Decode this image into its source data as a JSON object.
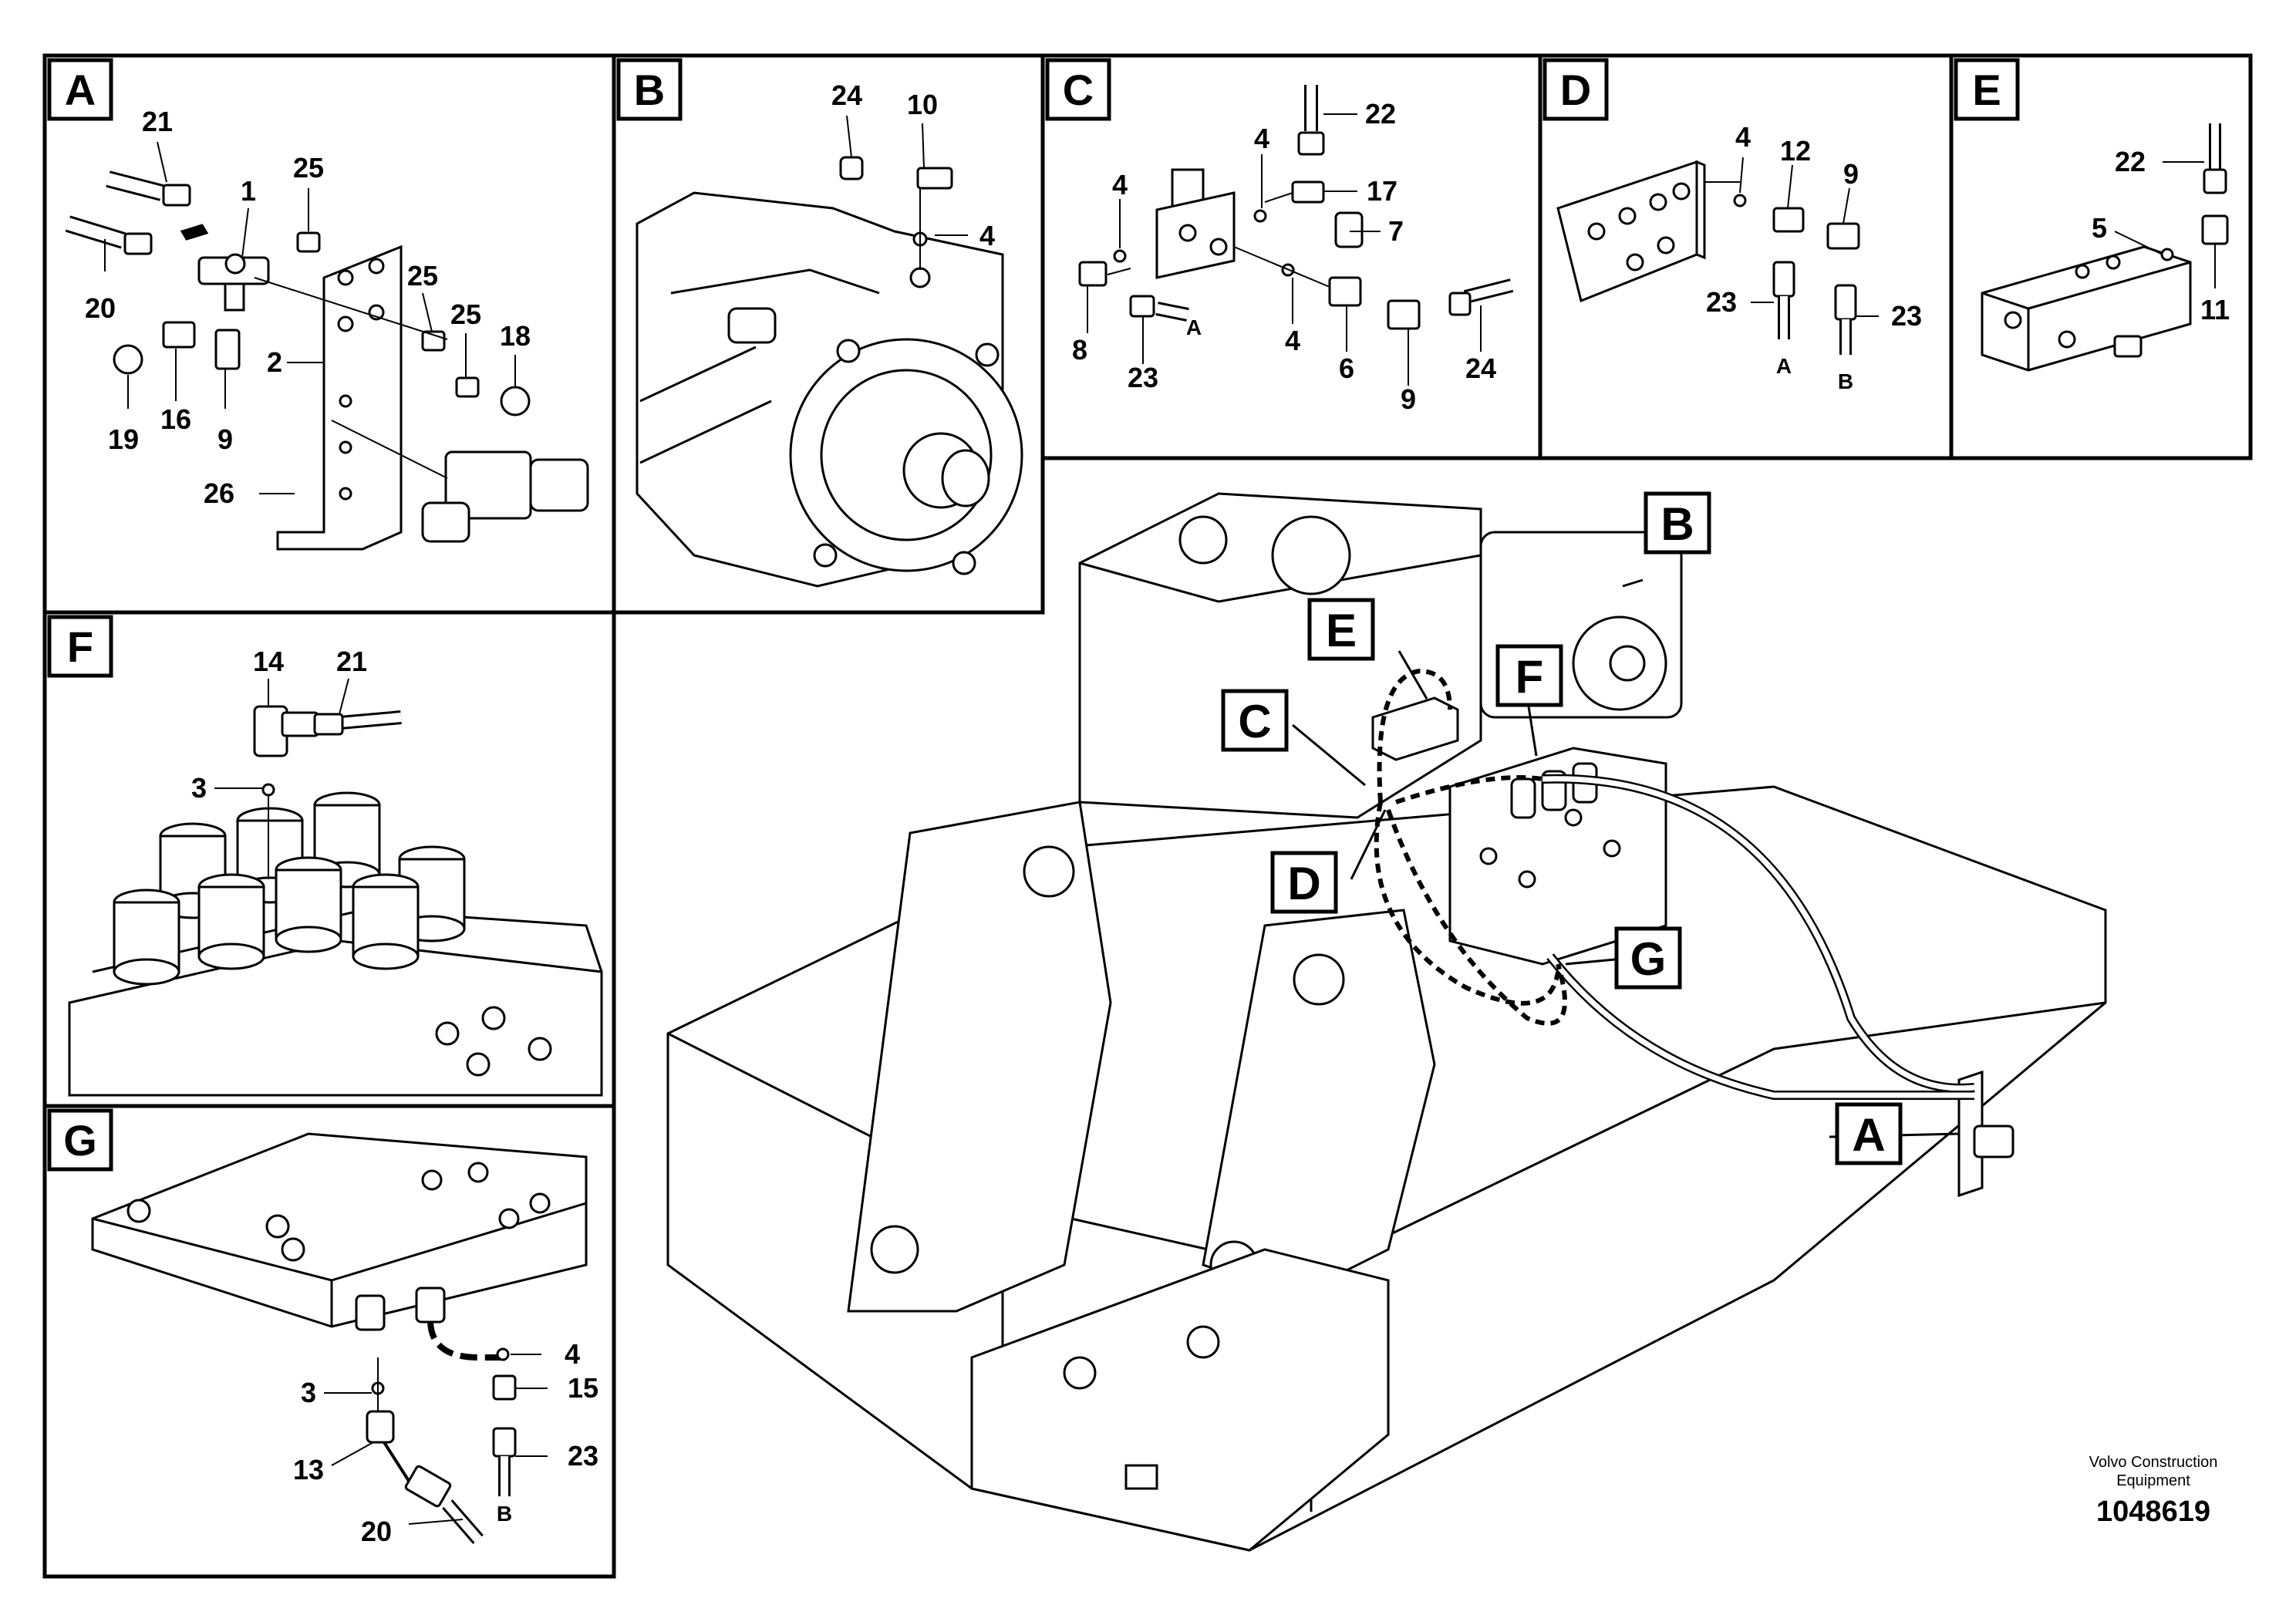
{
  "panels": {
    "A": {
      "letter": "A",
      "parts": [
        "21",
        "1",
        "25",
        "20",
        "25",
        "25",
        "18",
        "16",
        "9",
        "19",
        "2",
        "26"
      ]
    },
    "B": {
      "letter": "B",
      "parts": [
        "24",
        "10",
        "4"
      ]
    },
    "C": {
      "letter": "C",
      "parts": [
        "22",
        "4",
        "17",
        "4",
        "7",
        "8",
        "23",
        "4",
        "6",
        "9",
        "24"
      ],
      "port_labels": [
        "A"
      ]
    },
    "D": {
      "letter": "D",
      "parts": [
        "4",
        "12",
        "9",
        "23",
        "23"
      ],
      "port_labels": [
        "A",
        "B"
      ]
    },
    "E": {
      "letter": "E",
      "parts": [
        "22",
        "5",
        "11"
      ]
    },
    "F": {
      "letter": "F",
      "parts": [
        "14",
        "21",
        "3"
      ]
    },
    "G": {
      "letter": "G",
      "parts": [
        "3",
        "4",
        "15",
        "13",
        "23",
        "20"
      ],
      "port_labels": [
        "B"
      ]
    }
  },
  "callouts": [
    "B",
    "E",
    "F",
    "C",
    "D",
    "G",
    "A"
  ],
  "footer": {
    "brand_line1": "Volvo Construction",
    "brand_line2": "Equipment",
    "doc_number": "1048619"
  },
  "colors": {
    "ink": "#000000",
    "paper": "#ffffff"
  }
}
